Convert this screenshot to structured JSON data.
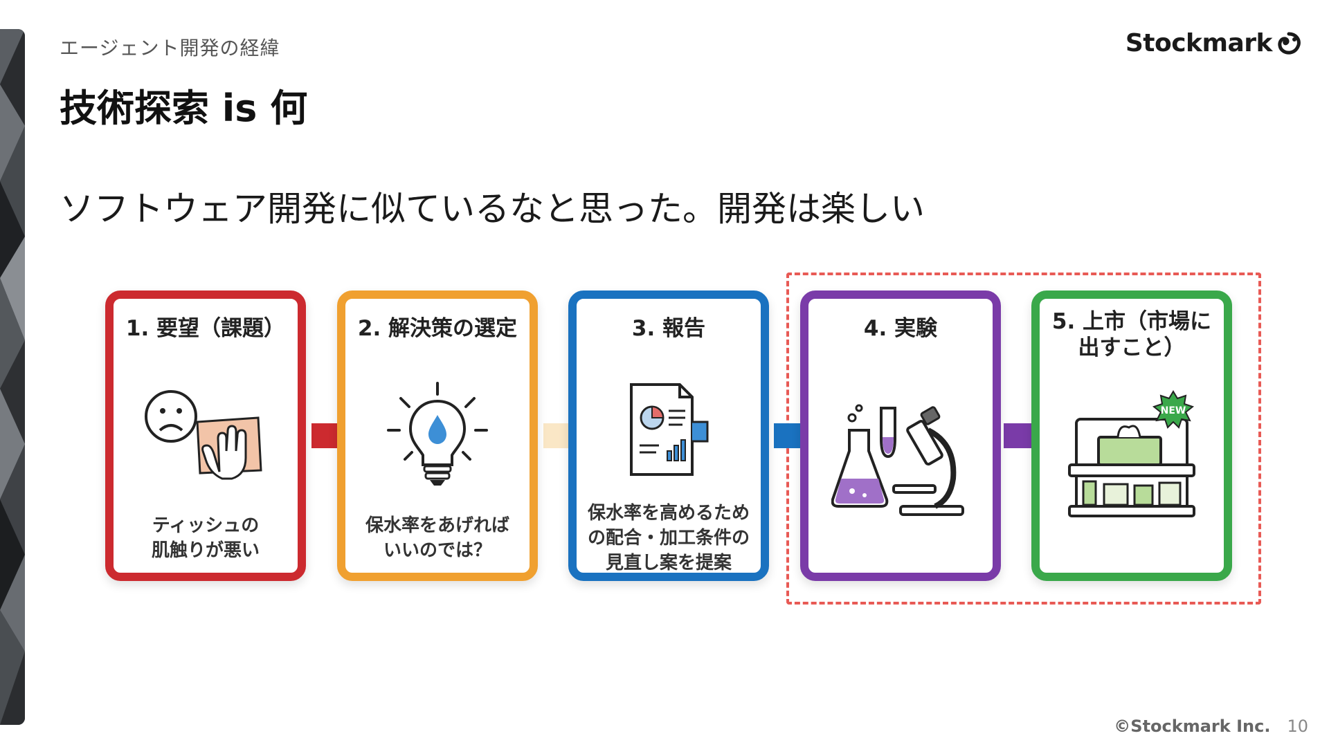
{
  "header": {
    "section_label": "エージェント開発の経緯",
    "title": "技術探索 is 何",
    "logo_text": "Stockmark"
  },
  "subtitle": "ソフトウェア開発に似ているなと思った。開発は楽しい",
  "steps": [
    {
      "title": "1. 要望（課題）",
      "desc_line1": "ティッシュの",
      "desc_line2": "肌触りが悪い",
      "desc_line3": "",
      "color": "#cc2a2f",
      "icon": "sad-face-tissue-icon"
    },
    {
      "title": "2. 解決策の選定",
      "desc_line1": "保水率をあげれば",
      "desc_line2": "いいのでは？",
      "desc_line3": "",
      "color": "#f0a030",
      "icon": "lightbulb-icon"
    },
    {
      "title": "3. 報告",
      "desc_line1": "保水率を高めるため",
      "desc_line2": "の配合・加工条件の",
      "desc_line3": "見直し案を提案",
      "color": "#1a72c0",
      "icon": "report-document-icon"
    },
    {
      "title": "4. 実験",
      "desc_line1": "",
      "desc_line2": "",
      "desc_line3": "",
      "color": "#7a3ba8",
      "icon": "flask-microscope-icon"
    },
    {
      "title_line1": "5. 上市（市場に",
      "title_line2": "出すこと）",
      "desc_line1": "",
      "desc_line2": "",
      "desc_line3": "",
      "color": "#3aa84a",
      "icon": "store-shelf-new-icon"
    }
  ],
  "new_badge": "NEW",
  "footer": {
    "copyright": "©Stockmark Inc.",
    "page_number": "10"
  }
}
